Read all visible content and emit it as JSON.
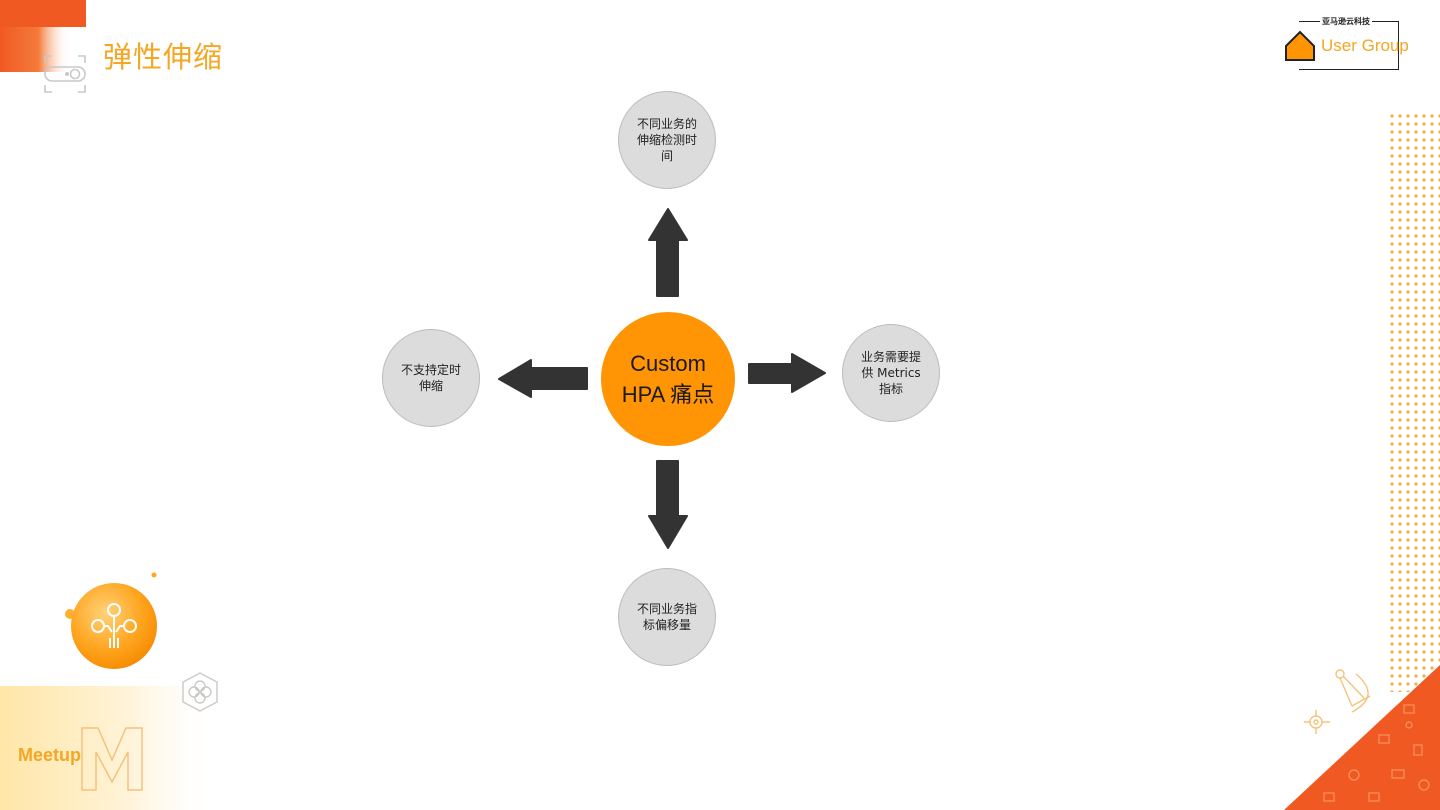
{
  "slide": {
    "title": "弹性伸缩"
  },
  "diagram": {
    "center": "Custom\nHPA 痛点",
    "top": "不同业务的\n伸缩检测时\n间",
    "right": "业务需要提\n供 Metrics\n指标",
    "bottom": "不同业务指\n标偏移量",
    "left": "不支持定时\n伸缩"
  },
  "logo": {
    "top_text": "亚马逊云科技",
    "main_text": "User Group"
  },
  "footer": {
    "meetup": "Meetup"
  },
  "colors": {
    "accent_orange": "#ff9404",
    "title_orange": "#f5a623",
    "node_gray": "#dcdcdc",
    "arrow_dark": "#333333",
    "corner_red": "#f05a22"
  },
  "icons": [
    "camera-icon",
    "tree-circuit-icon",
    "hexagon-flower-icon",
    "network-nodes-icon",
    "user-group-house-icon"
  ]
}
